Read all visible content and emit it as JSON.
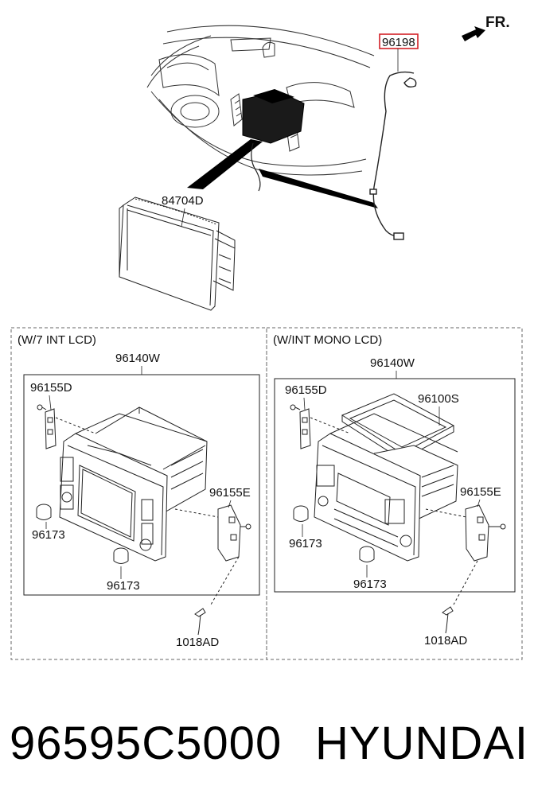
{
  "diagram": {
    "direction_label": "FR.",
    "top": {
      "harness_label": "96198",
      "module_label": "84704D"
    },
    "left_panel": {
      "title": "(W/7 INT LCD)",
      "unit_label": "96140W",
      "bracket_left_label": "96155D",
      "bracket_right_label": "96155E",
      "knob_left_label": "96173",
      "knob_bottom_label": "96173",
      "screw_label": "1018AD"
    },
    "right_panel": {
      "title": "(W/INT MONO LCD)",
      "unit_label": "96140W",
      "display_label": "96100S",
      "bracket_left_label": "96155D",
      "bracket_right_label": "96155E",
      "knob_left_label": "96173",
      "knob_bottom_label": "96173",
      "screw_label": "1018AD"
    }
  },
  "footer": {
    "part_number": "96595C5000",
    "brand": "HYUNDAI"
  },
  "colors": {
    "highlight": "#d21f26",
    "line": "#222222"
  }
}
